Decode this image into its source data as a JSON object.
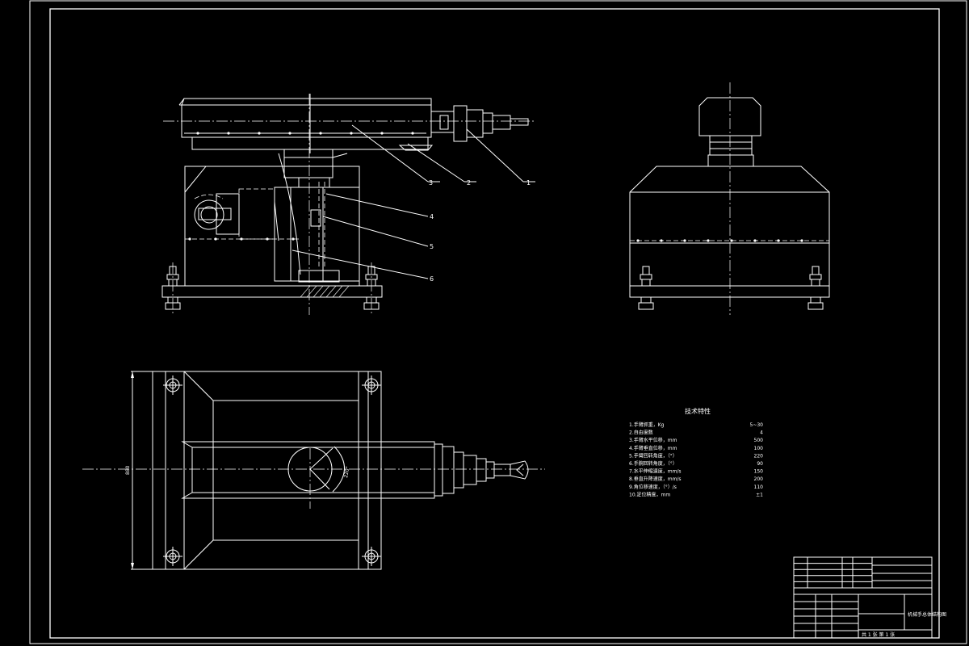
{
  "colors": {
    "background": "#000000",
    "line": "#ffffff",
    "title_green": "#00ff00"
  },
  "balloons": [
    "1",
    "2",
    "3",
    "4",
    "5",
    "6"
  ],
  "plan_dimension": "880",
  "angle_dimension": "220°",
  "spec_table": {
    "title": "技术特性",
    "rows": [
      {
        "label": "1.手臂抓重，Kg",
        "value": "5~30"
      },
      {
        "label": "2.自由度数",
        "value": "4"
      },
      {
        "label": "3.手臂水平位移，mm",
        "value": "500"
      },
      {
        "label": "4.手臂垂直位移，mm",
        "value": "100"
      },
      {
        "label": "5.手臂回转角度，（°）",
        "value": "220"
      },
      {
        "label": "6.手腕回转角度，（°）",
        "value": "90"
      },
      {
        "label": "7.水平伸缩速度，mm/s",
        "value": "150"
      },
      {
        "label": "8.垂直升降速度，mm/s",
        "value": "200"
      },
      {
        "label": "9.角位移速度，（°）/s",
        "value": "110"
      },
      {
        "label": "10.定位精度，mm",
        "value": "±1"
      }
    ]
  },
  "title_block": {
    "drawing_name": "机械手总体结构图",
    "sheet": "共 1 张 第 1 张"
  }
}
